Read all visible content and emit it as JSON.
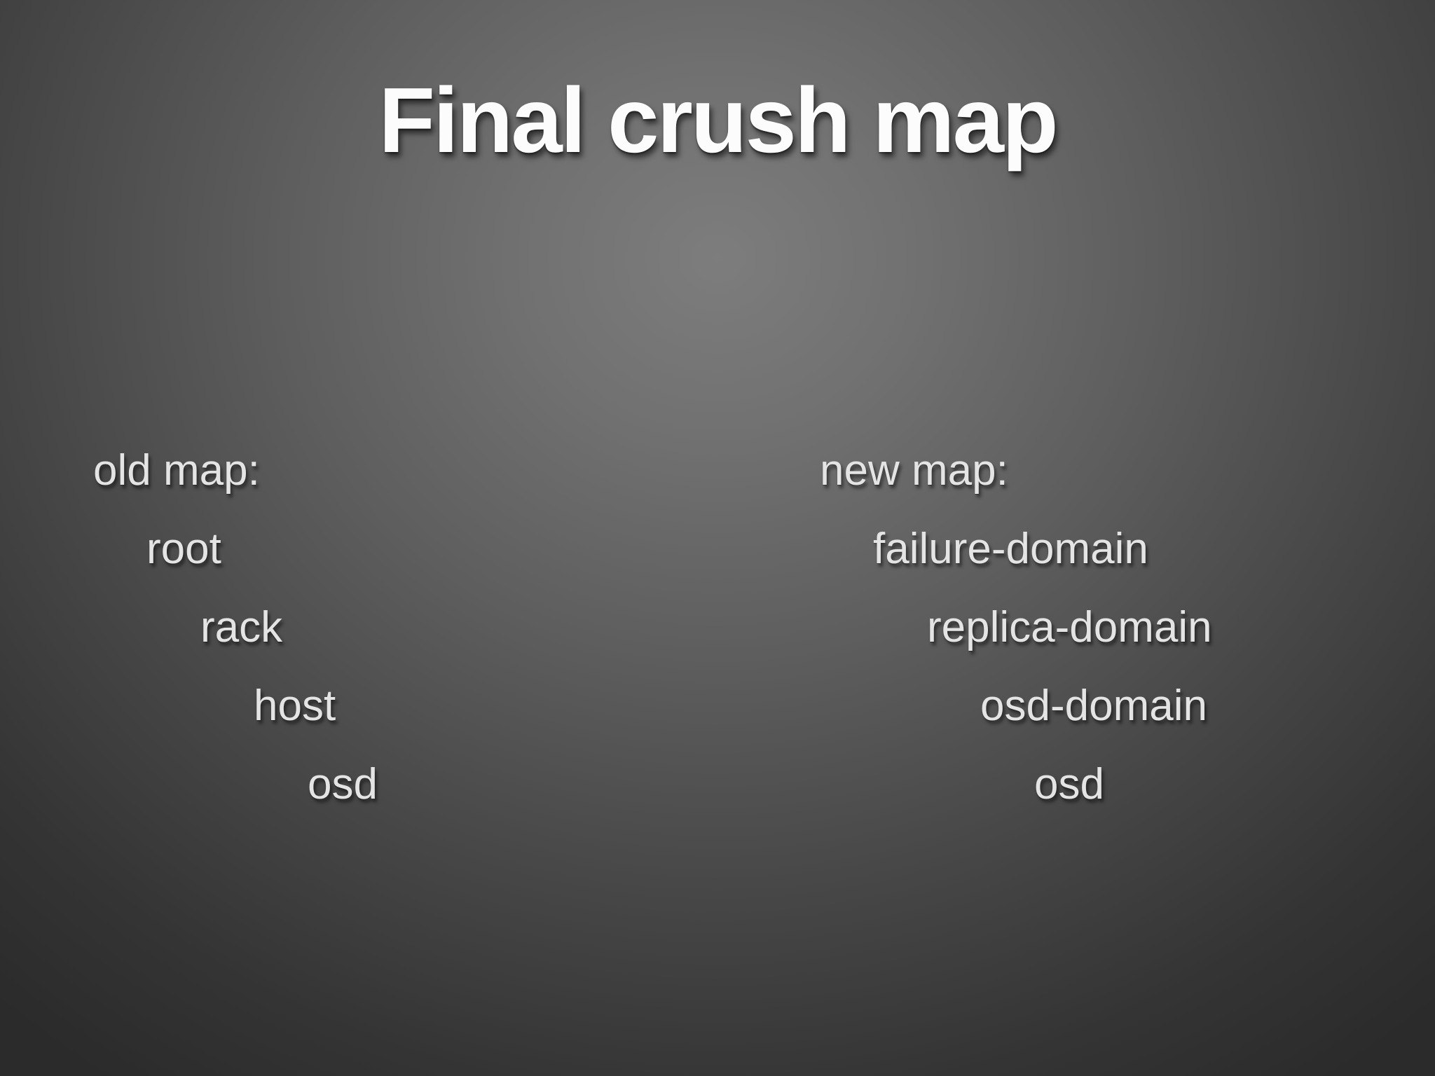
{
  "slide": {
    "title": "Final crush map",
    "old_map": {
      "heading": "old map:",
      "levels": [
        "root",
        "rack",
        "host",
        "osd"
      ]
    },
    "new_map": {
      "heading": "new map:",
      "levels": [
        "failure-domain",
        "replica-domain",
        "osd-domain",
        "osd"
      ]
    }
  },
  "colors": {
    "background_center": "#7d7d7d",
    "background_edge": "#2b2b2b",
    "title_text": "#fcfcfc",
    "body_text": "#e4e4e4"
  }
}
